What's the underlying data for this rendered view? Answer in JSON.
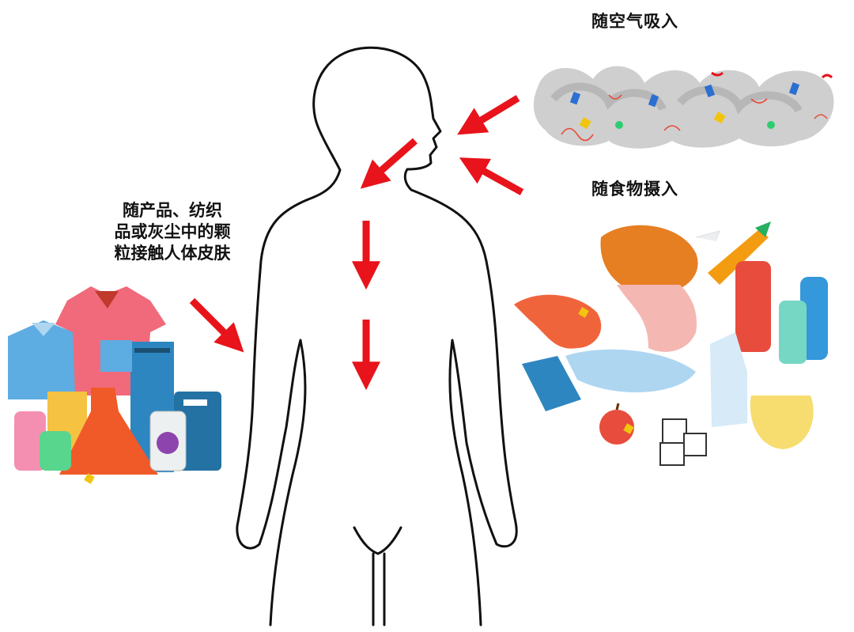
{
  "labels": {
    "air": "随空气吸入",
    "food": "随食物摄入",
    "skin_lines": [
      "随产品、纺织",
      "品或灰尘中的颗",
      "粒接触人体皮肤"
    ]
  },
  "colors": {
    "arrow": "#e8131b",
    "outline": "#111111",
    "smoke": "#c9c9c9"
  }
}
